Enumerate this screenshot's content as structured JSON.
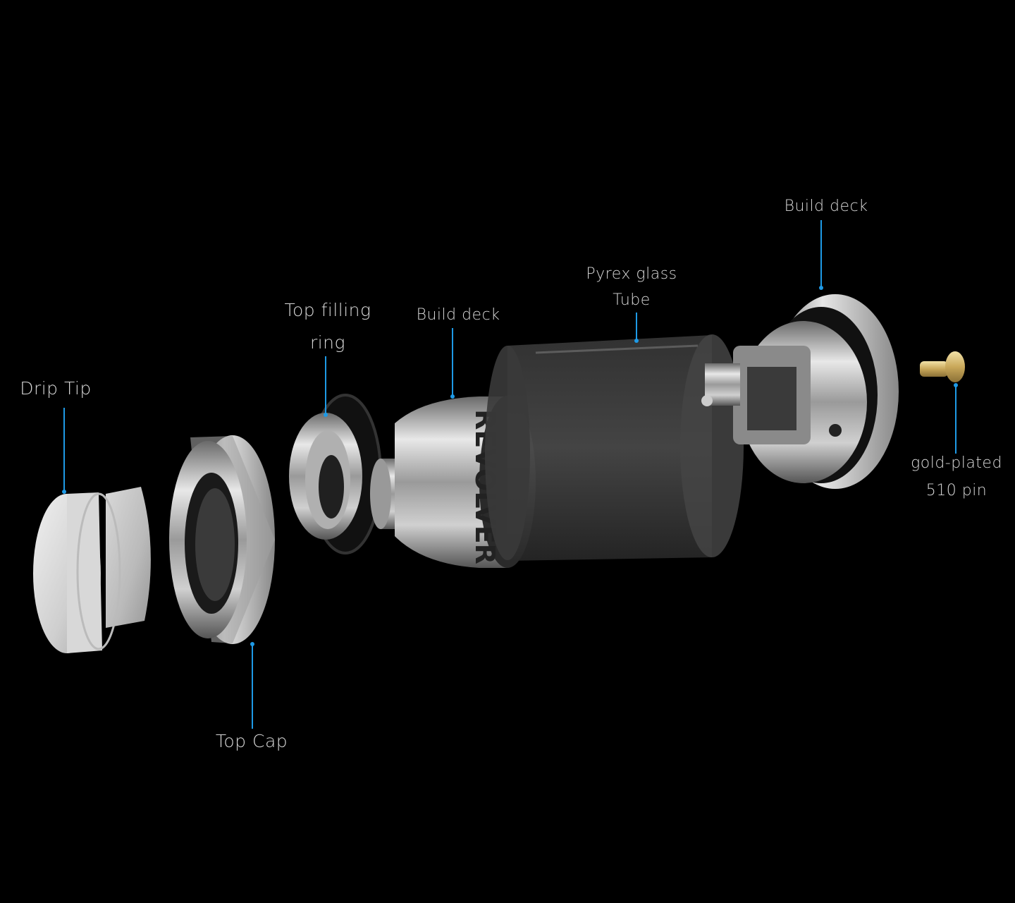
{
  "colors": {
    "background": "#000000",
    "leader": "#1e9ae6",
    "label": "#d8d8d8"
  },
  "labels": {
    "drip_tip": "Drip Tip",
    "top_cap": "Top Cap",
    "top_filling_ring_1": "Top filling",
    "top_filling_ring_2": "ring",
    "build_deck_mid": "Build deck",
    "pyrex_1": "Pyrex glass",
    "pyrex_2": "Tube",
    "build_deck_right": "Build deck",
    "pin_1": "gold-plated",
    "pin_2": "510 pin"
  },
  "logo_text": "REVOLVER"
}
